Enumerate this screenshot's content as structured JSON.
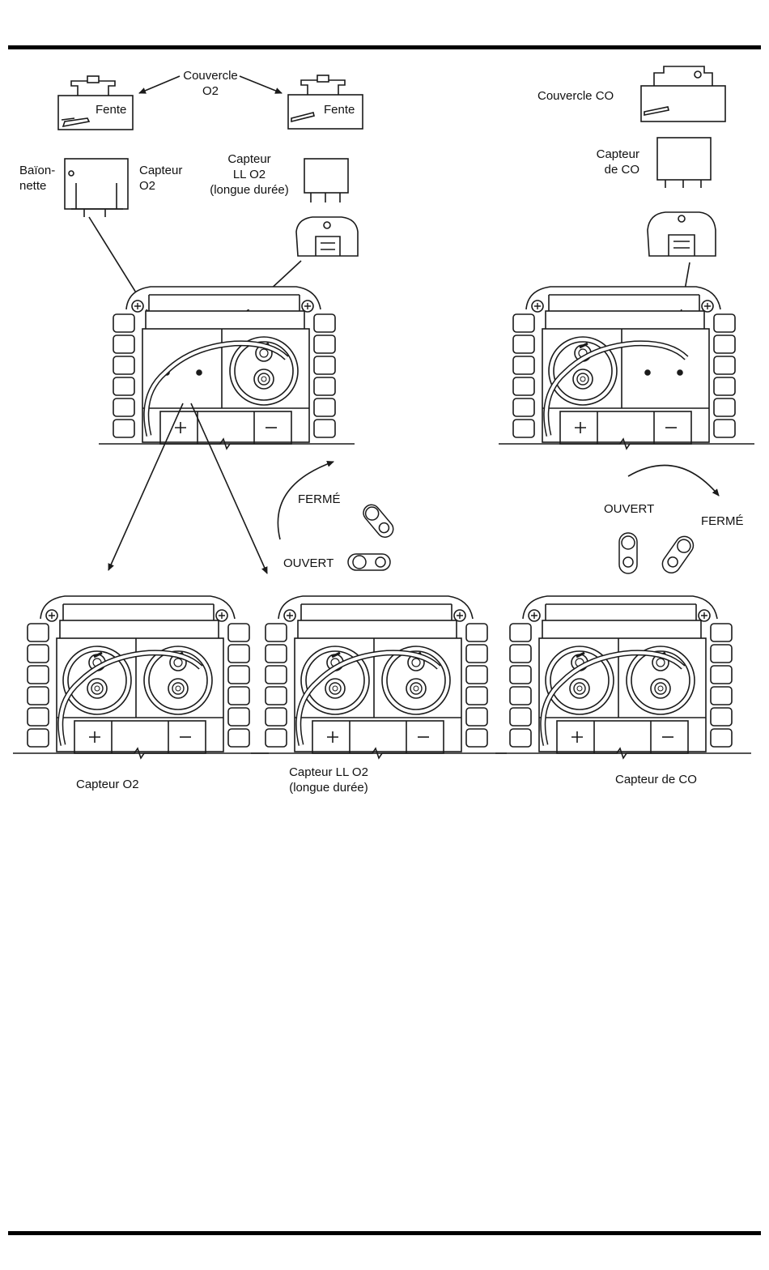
{
  "domain": "Diagram",
  "labels": {
    "couvercle_o2": "Couvercle\nO2",
    "fente_left": "Fente",
    "fente_right": "Fente",
    "couvercle_co": "Couvercle CO",
    "baionnette": "Baïon-\nnette",
    "capteur_o2_top": "Capteur\nO2",
    "capteur_ll_o2_top": "Capteur\nLL O2\n(longue durée)",
    "capteur_de_co_top": "Capteur\nde CO",
    "ferme_left": "FERMÉ",
    "ouvert_left": "OUVERT",
    "ouvert_right": "OUVERT",
    "ferme_right": "FERMÉ",
    "caption_o2": "Capteur O2",
    "caption_ll_o2": "Capteur LL O2\n(longue durée)",
    "caption_co": "Capteur de CO"
  },
  "colors": {
    "line": "#1a1a1a",
    "rule": "#000000"
  }
}
